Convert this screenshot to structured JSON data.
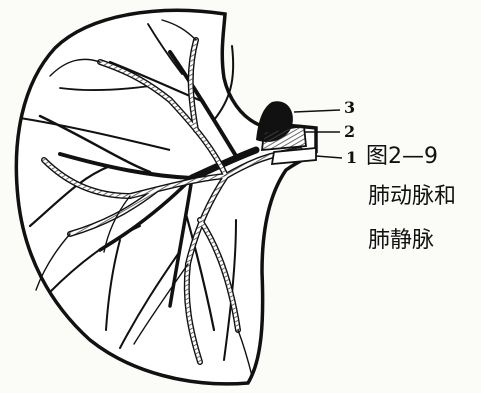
{
  "labels": {
    "l3": "3",
    "l2": "2",
    "l1": "1"
  },
  "caption": {
    "figure_number": "图2—9",
    "line1": "肺动脉和",
    "line2": "肺静脉"
  },
  "colors": {
    "ink": "#111111",
    "paper": "#fbfbf8",
    "hatch": "#555555"
  }
}
